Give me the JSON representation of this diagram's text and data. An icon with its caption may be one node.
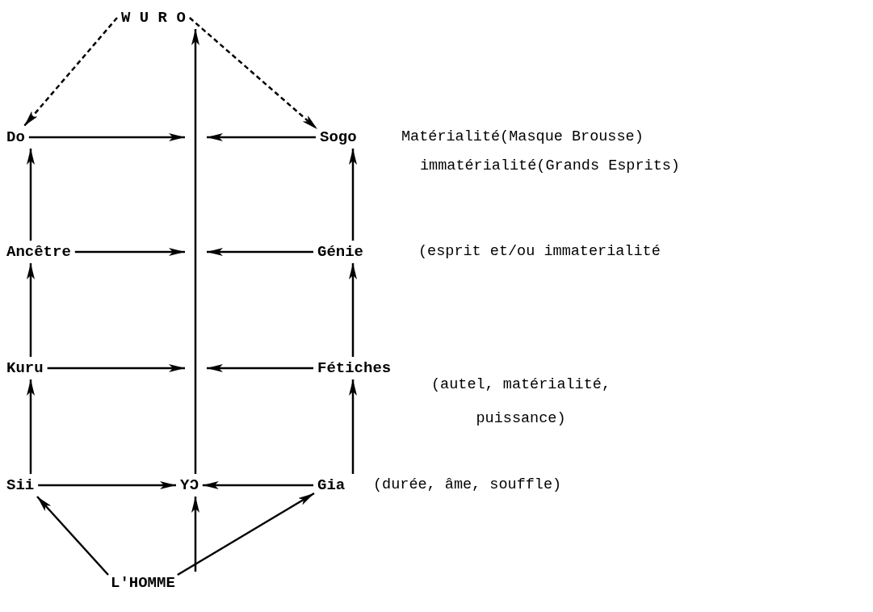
{
  "diagram": {
    "nodes": [
      {
        "text": [
          "W U R O"
        ]
      },
      {
        "text": [
          "Do"
        ]
      },
      {
        "text": [
          "Sogo"
        ],
        "beside": [
          "Matérialité(Masque Brousse)",
          "immatérialité(Grands Esprits)"
        ]
      },
      {
        "text": [
          "Ancêtre"
        ]
      },
      {
        "text": [
          "Génie"
        ],
        "beside": [
          "(esprit et/ou immaterialité"
        ]
      },
      {
        "text": [
          "Kuru"
        ]
      },
      {
        "text": [
          "Fétiches"
        ],
        "beside": [
          "(autel, matérialité, puissance)"
        ]
      },
      {
        "text": [
          "Sii"
        ]
      },
      {
        "text": [
          "YƆ"
        ]
      },
      {
        "text": [
          "Gia"
        ],
        "beside": [
          "(durée, âme, souffle)"
        ]
      },
      {
        "text": [
          "L'HOMME"
        ]
      }
    ],
    "edges": [
      {
        "from": 0,
        "to": 1,
        "arrow": "to",
        "style": "dashed"
      },
      {
        "from": 0,
        "to": 2,
        "arrow": "to",
        "style": "dashed"
      },
      {
        "from": 8,
        "to": 0,
        "arrow": "to"
      },
      {
        "from": 1,
        "to": null,
        "arrow": "to"
      },
      {
        "from": 2,
        "to": null,
        "arrow": "to"
      },
      {
        "from": 3,
        "to": 1,
        "arrow": "to"
      },
      {
        "from": 4,
        "to": 2,
        "arrow": "to"
      },
      {
        "from": 3,
        "to": null,
        "arrow": "to"
      },
      {
        "from": 4,
        "to": null,
        "arrow": "to"
      },
      {
        "from": 5,
        "to": 3,
        "arrow": "to"
      },
      {
        "from": 6,
        "to": 4,
        "arrow": "to"
      },
      {
        "from": 5,
        "to": null,
        "arrow": "to"
      },
      {
        "from": 6,
        "to": null,
        "arrow": "to"
      },
      {
        "from": 7,
        "to": 5,
        "arrow": "to"
      },
      {
        "from": 9,
        "to": 6,
        "arrow": "to"
      },
      {
        "from": 7,
        "to": 8,
        "arrow": "to"
      },
      {
        "from": 9,
        "to": 8,
        "arrow": "to"
      },
      {
        "from": 10,
        "to": 7,
        "arrow": "to"
      },
      {
        "from": 10,
        "to": 8,
        "arrow": "to"
      },
      {
        "from": 10,
        "to": 9,
        "arrow": "to"
      }
    ]
  }
}
